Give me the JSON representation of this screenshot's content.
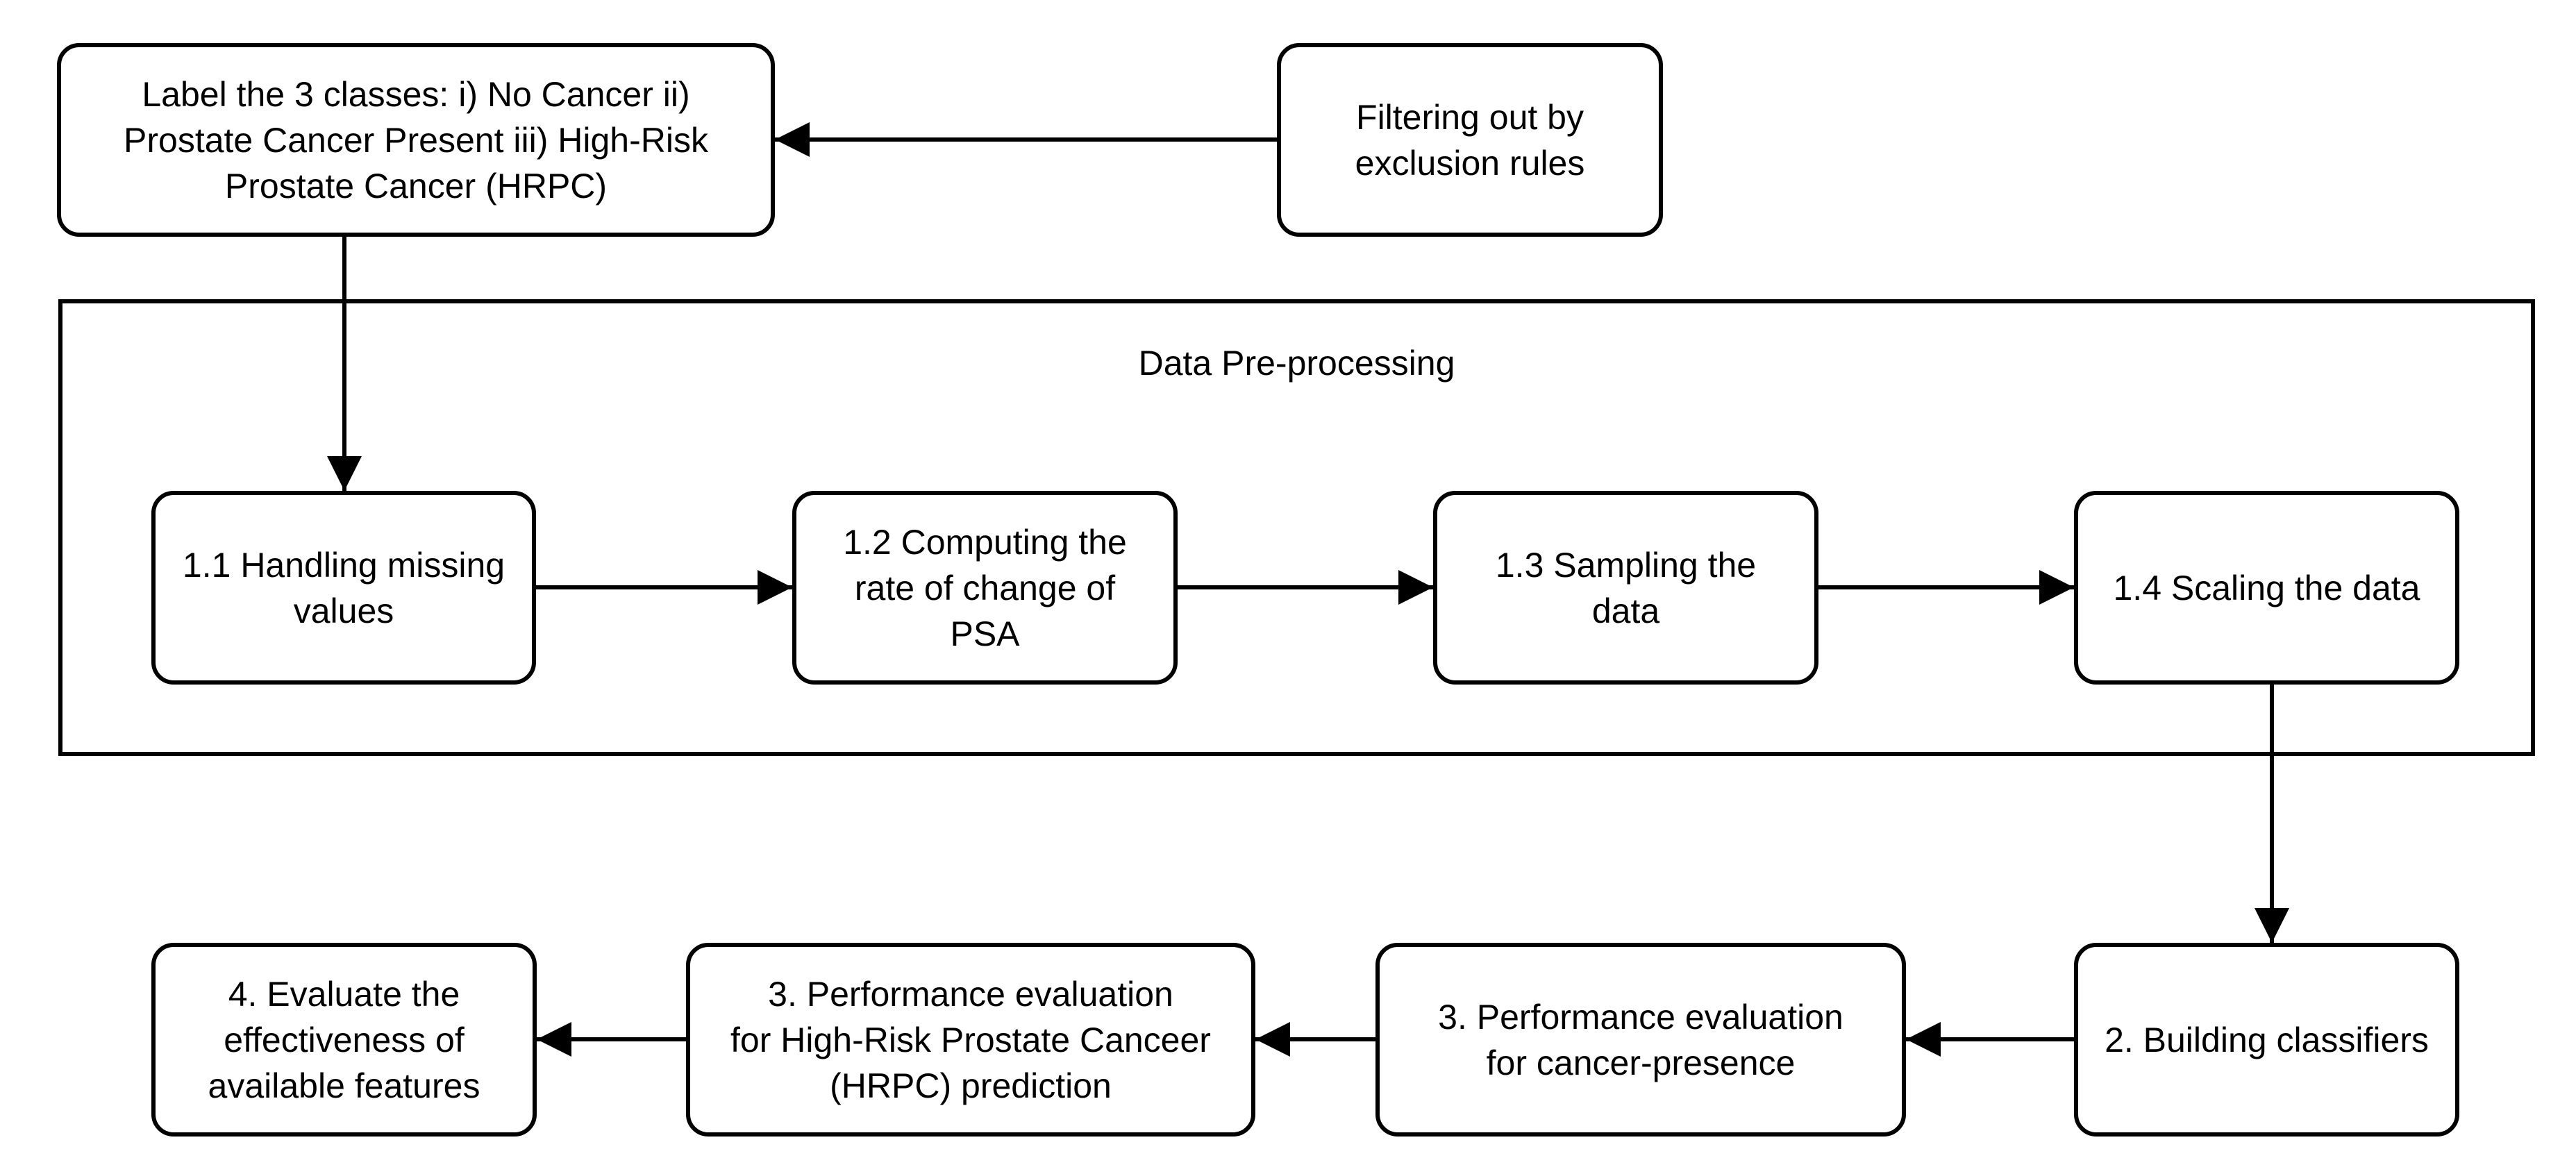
{
  "diagram": {
    "group": {
      "title": "Data Pre-processing"
    },
    "nodes": {
      "label_classes": "Label the 3 classes: i) No Cancer ii)\nProstate Cancer Present iii) High-Risk\nProstate Cancer (HRPC)",
      "filtering": "Filtering out by\nexclusion rules",
      "missing_values": "1.1 Handling missing\nvalues",
      "rate_of_change": "1.2 Computing the\nrate of change of\nPSA",
      "sampling": "1.3 Sampling the\ndata",
      "scaling": "1.4 Scaling the data",
      "building_classifiers": "2. Building classifiers",
      "eval_cancer_presence": "3. Performance evaluation\nfor cancer-presence",
      "eval_hrpc": "3. Performance evaluation\nfor High-Risk Prostate Canceer\n(HRPC) prediction",
      "evaluate_features": "4. Evaluate the\neffectiveness of\navailable features"
    },
    "edges": [
      {
        "from": "filtering",
        "to": "label_classes"
      },
      {
        "from": "label_classes",
        "to": "missing_values"
      },
      {
        "from": "missing_values",
        "to": "rate_of_change"
      },
      {
        "from": "rate_of_change",
        "to": "sampling"
      },
      {
        "from": "sampling",
        "to": "scaling"
      },
      {
        "from": "scaling",
        "to": "building_classifiers"
      },
      {
        "from": "building_classifiers",
        "to": "eval_cancer_presence"
      },
      {
        "from": "eval_cancer_presence",
        "to": "eval_hrpc"
      },
      {
        "from": "eval_hrpc",
        "to": "evaluate_features"
      }
    ],
    "colors": {
      "stroke": "#000000",
      "fill": "#ffffff",
      "text": "#000000"
    }
  }
}
